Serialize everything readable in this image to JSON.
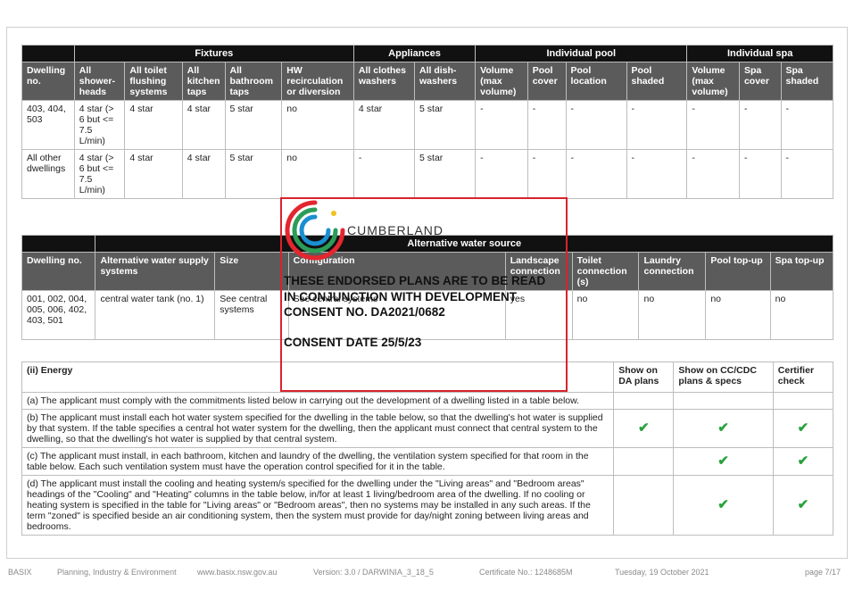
{
  "fixtures_table": {
    "groups": [
      "Fixtures",
      "Appliances",
      "Individual pool",
      "Individual spa"
    ],
    "headers": [
      "Dwelling no.",
      "All shower-heads",
      "All toilet flushing systems",
      "All kitchen taps",
      "All bathroom taps",
      "HW recirculation or diversion",
      "All clothes washers",
      "All dish-washers",
      "Volume (max volume)",
      "Pool cover",
      "Pool location",
      "Pool shaded",
      "Volume (max volume)",
      "Spa cover",
      "Spa shaded"
    ],
    "rows": [
      [
        "403, 404, 503",
        "4 star (> 6 but <= 7.5 L/min)",
        "4 star",
        "4 star",
        "5 star",
        "no",
        "4 star",
        "5 star",
        "-",
        "-",
        "-",
        "-",
        "-",
        "-",
        "-"
      ],
      [
        "All other dwellings",
        "4 star (> 6 but <= 7.5 L/min)",
        "4 star",
        "4 star",
        "5 star",
        "no",
        "-",
        "5 star",
        "-",
        "-",
        "-",
        "-",
        "-",
        "-",
        "-"
      ]
    ]
  },
  "alt_water_table": {
    "group": "Alternative water source",
    "headers": [
      "Dwelling no.",
      "Alternative water supply systems",
      "Size",
      "Configuration",
      "Landscape connection",
      "Toilet connection (s)",
      "Laundry connection",
      "Pool top-up",
      "Spa top-up"
    ],
    "rows": [
      [
        "001, 002, 004, 005, 006, 402, 403, 501",
        "central water tank (no. 1)",
        "See central systems",
        "See central systems",
        "yes",
        "no",
        "no",
        "no",
        "no"
      ]
    ]
  },
  "energy_table": {
    "title": "(ii) Energy",
    "col_headers": [
      "Show on DA plans",
      "Show on CC/CDC plans & specs",
      "Certifier check"
    ],
    "rows": [
      {
        "text": "(a) The applicant must comply with the commitments listed below in carrying out the development of a dwelling listed in a table below.",
        "da": "",
        "cc": "",
        "cert": ""
      },
      {
        "text": "(b) The applicant must install each hot water system specified for the dwelling in the table below, so that the dwelling's hot water is supplied by that system. If the table specifies a central hot water system for the dwelling, then the applicant must connect that central system to the dwelling, so that the dwelling's hot water is supplied by that central system.",
        "da": "✔",
        "cc": "✔",
        "cert": "✔"
      },
      {
        "text": "(c) The applicant must install, in each bathroom, kitchen and laundry of the dwelling, the ventilation system specified for that room in the table below. Each such ventilation system must have the operation control specified for it in the table.",
        "da": "",
        "cc": "✔",
        "cert": "✔"
      },
      {
        "text": "(d) The applicant must install the cooling and heating system/s specified for the dwelling under the \"Living areas\" and \"Bedroom areas\" headings of the \"Cooling\" and \"Heating\" columns in the table below, in/for at least 1 living/bedroom area of the dwelling. If no cooling or heating system is specified in the table for \"Living areas\" or \"Bedroom areas\", then no systems may be installed in any such areas. If the term \"zoned\" is specified beside an air conditioning system, then the system must provide for day/night zoning between living areas and bedrooms.",
        "da": "",
        "cc": "✔",
        "cert": "✔"
      }
    ]
  },
  "stamp": {
    "logo_word": "CUMBERLAND",
    "line1": "THESE ENDORSED PLANS ARE TO BE READ",
    "line2": "IN CONJUNCTION WITH DEVELOPMENT",
    "line3": "CONSENT NO. DA2021/0682",
    "line4": "CONSENT DATE 25/5/23",
    "logo_colors": [
      "#e3262f",
      "#2c9d58",
      "#1a8fd1",
      "#f1c21b"
    ],
    "border_color": "#d7242c"
  },
  "footer": {
    "basix": "BASIX",
    "dept": "Planning, Industry & Environment",
    "site": "www.basix.nsw.gov.au",
    "version": "Version: 3.0 / DARWINIA_3_18_5",
    "certificate": "Certificate No.: 1248685M",
    "date": "Tuesday, 19 October 2021",
    "page": "page 7/17"
  }
}
